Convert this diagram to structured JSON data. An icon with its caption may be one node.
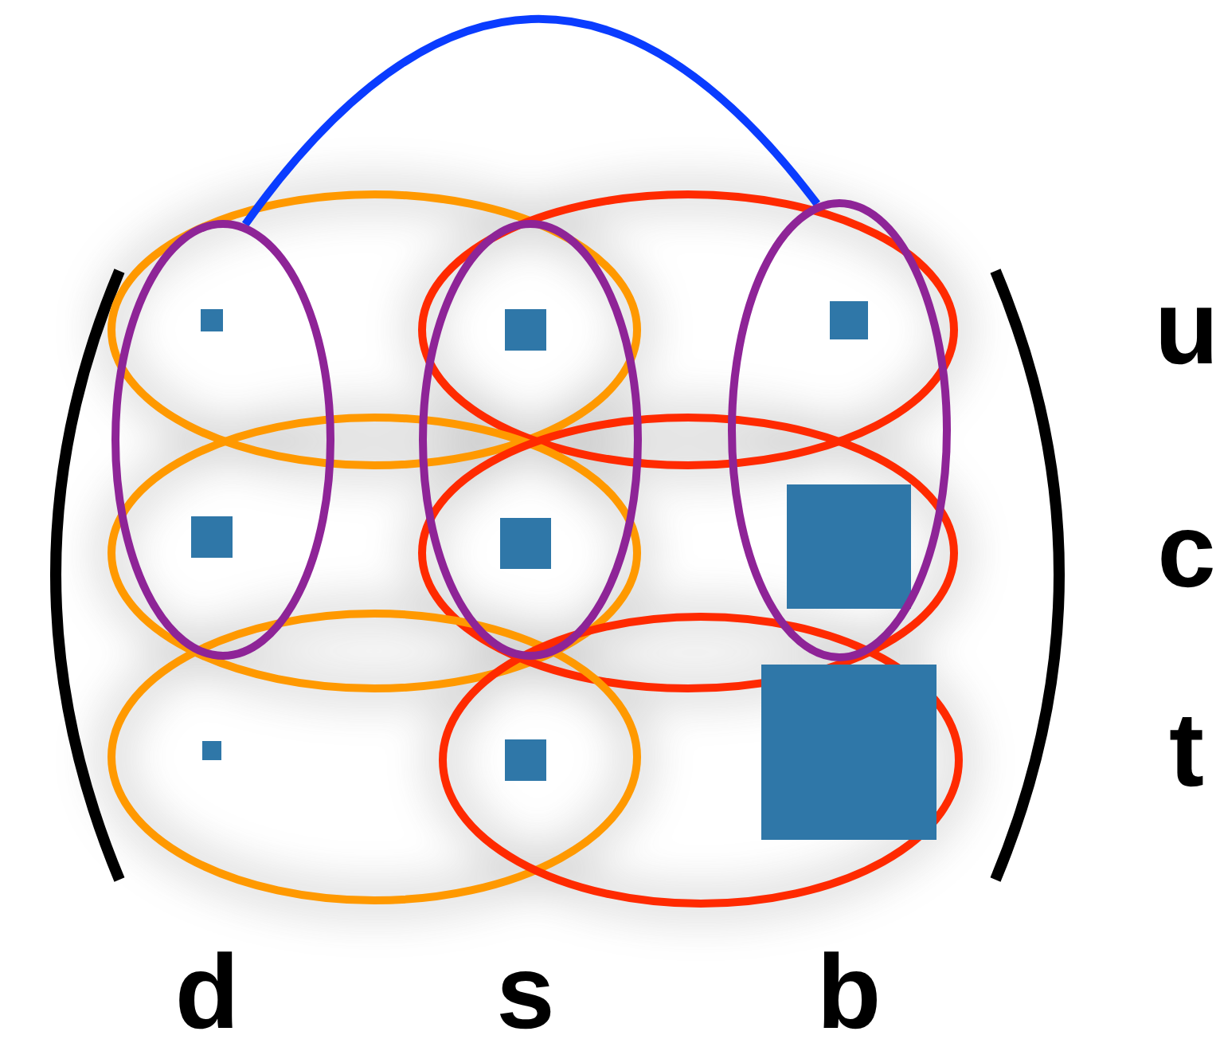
{
  "diagram": {
    "nodes": [
      {
        "text": [],
        "shape": "ellipse"
      },
      {
        "text": [],
        "shape": "ellipse"
      },
      {
        "text": [],
        "shape": "ellipse"
      }
    ],
    "edges": [
      {
        "from": 0,
        "to": 2,
        "arrow": "none",
        "color": "#0a3cff"
      }
    ],
    "labels": [
      "u",
      "c",
      "t",
      "d",
      "s",
      "b"
    ]
  }
}
